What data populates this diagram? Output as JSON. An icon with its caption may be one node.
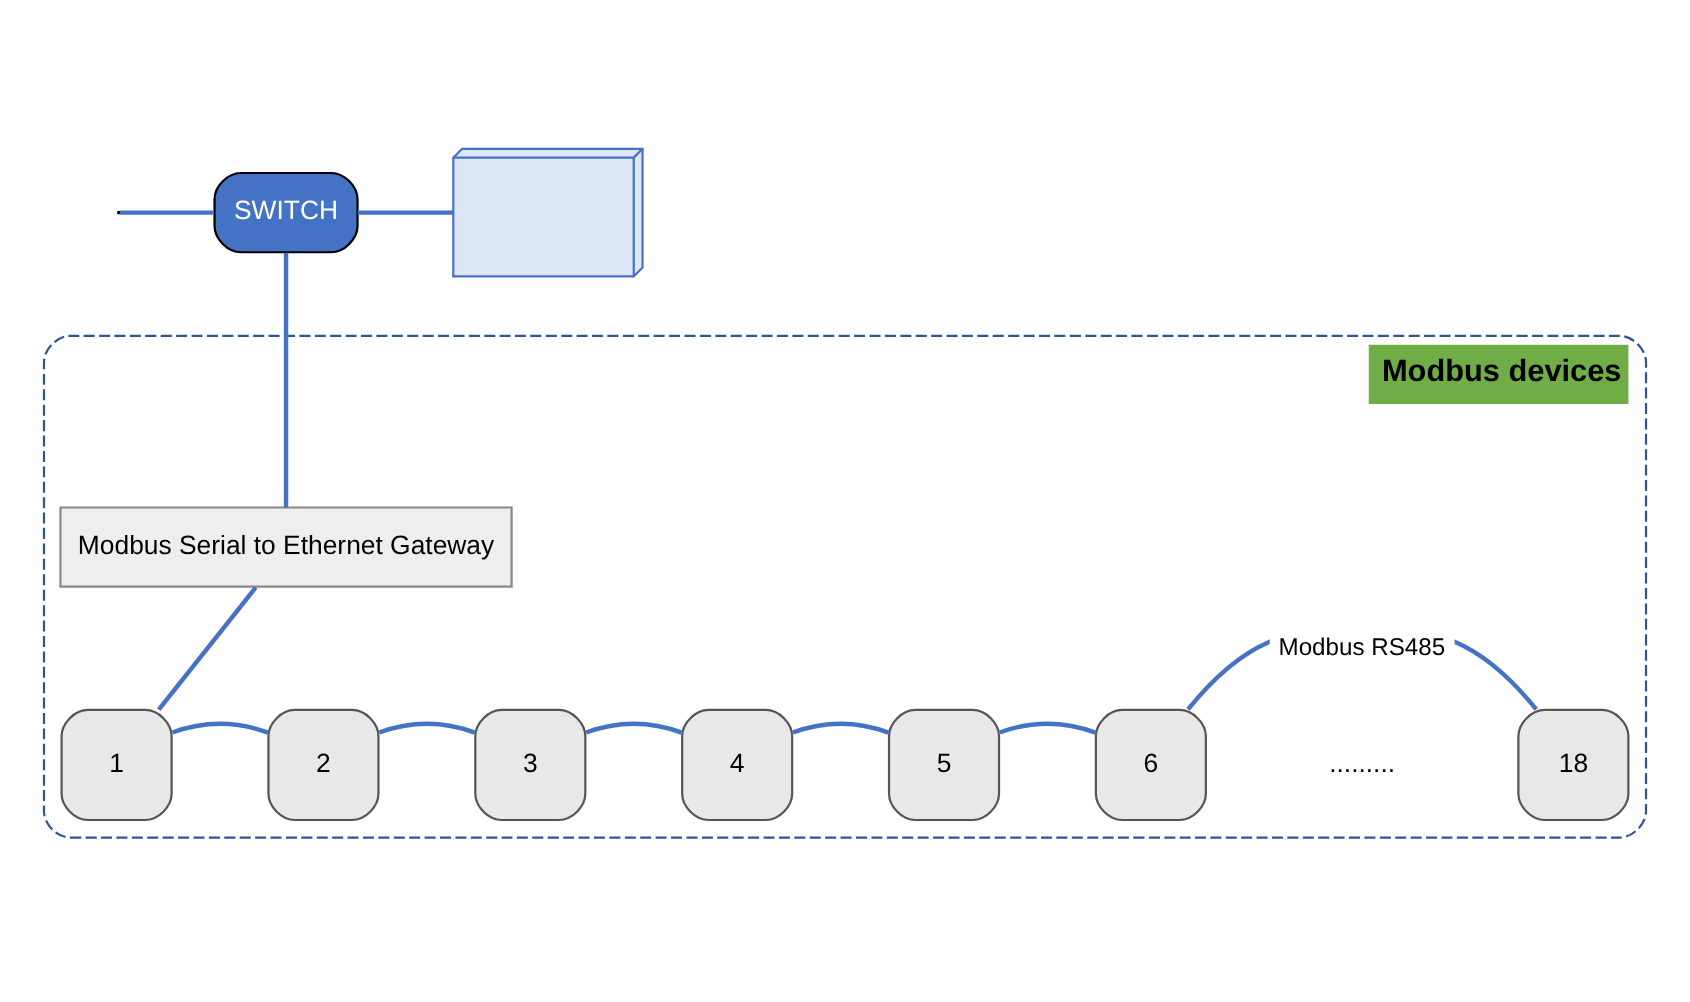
{
  "diagram": {
    "nodes": [
      {
        "text": [
          "SWITCH"
        ]
      },
      {
        "text": [],
        "shape": "picture"
      },
      {
        "text": [
          "Modbus devices"
        ]
      },
      {
        "text": [
          "Modbus Serial to Ethernet Gateway"
        ],
        "in": 2
      },
      {
        "text": [
          "1"
        ],
        "in": 2
      },
      {
        "text": [
          "2"
        ],
        "in": 2
      },
      {
        "text": [
          "3"
        ],
        "in": 2
      },
      {
        "text": [
          "4"
        ],
        "in": 2
      },
      {
        "text": [
          "5"
        ],
        "in": 2
      },
      {
        "text": [
          "6"
        ],
        "in": 2
      },
      {
        "text": [
          "18"
        ],
        "in": 2
      }
    ],
    "edges": [
      {
        "from": null,
        "to": 0,
        "arrow": "none"
      },
      {
        "from": 0,
        "to": 1,
        "arrow": "none"
      },
      {
        "from": 0,
        "to": 3,
        "arrow": "none"
      },
      {
        "from": 3,
        "to": 4,
        "arrow": "none"
      },
      {
        "from": 4,
        "to": 5,
        "arrow": "none"
      },
      {
        "from": 5,
        "to": 6,
        "arrow": "none"
      },
      {
        "from": 6,
        "to": 7,
        "arrow": "none"
      },
      {
        "from": 7,
        "to": 8,
        "arrow": "none"
      },
      {
        "from": 8,
        "to": 9,
        "arrow": "none"
      },
      {
        "from": 9,
        "to": 10,
        "arrow": "none",
        "label": "Modbus RS485"
      }
    ],
    "labels": [
      "........."
    ]
  }
}
